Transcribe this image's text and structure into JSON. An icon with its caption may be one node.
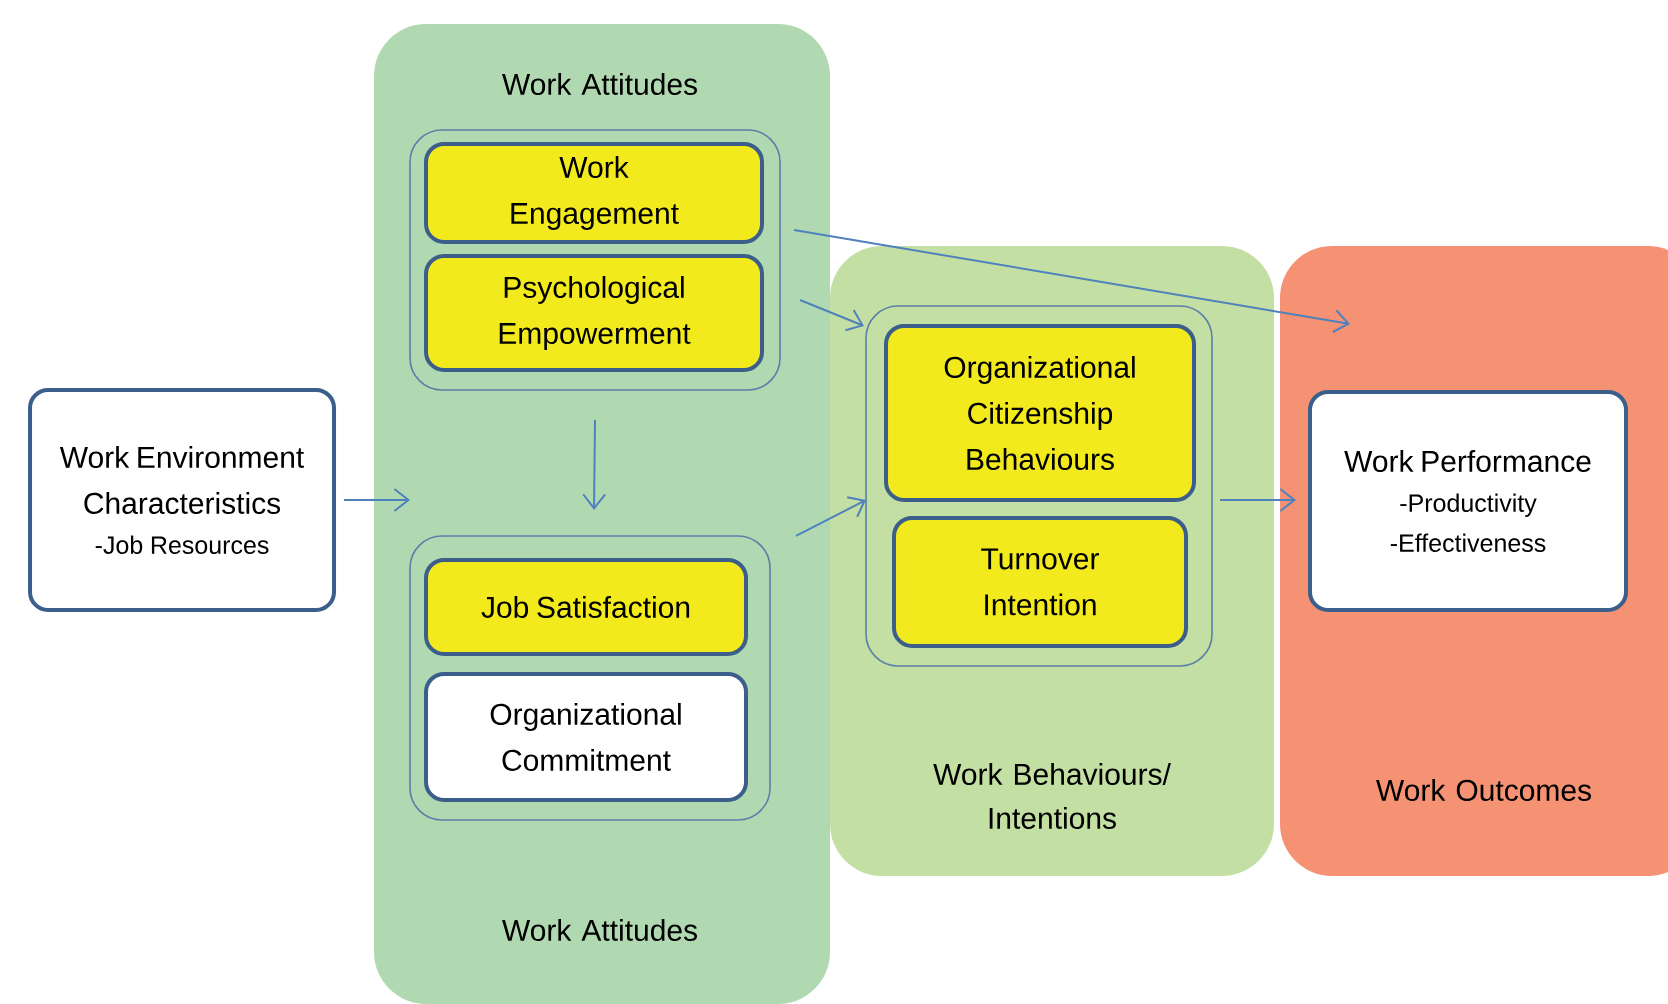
{
  "diagram": {
    "nodes": [
      {
        "text": [
          "Work Environment Characteristics",
          "-Job Resources"
        ]
      },
      {
        "text": [
          "Work Attitudes",
          "Work Attitudes"
        ]
      },
      {
        "text": [],
        "shape": "box",
        "in": 1
      },
      {
        "text": [
          "Work Engagement"
        ],
        "in": 2
      },
      {
        "text": [
          "Psychological Empowerment"
        ],
        "in": 2
      },
      {
        "text": [],
        "shape": "box",
        "in": 1
      },
      {
        "text": [
          "Job Satisfaction"
        ],
        "in": 5
      },
      {
        "text": [
          "Organizational Commitment"
        ],
        "in": 5
      },
      {
        "text": [
          "Work Behaviours/ Intentions"
        ]
      },
      {
        "text": [],
        "shape": "box",
        "in": 8
      },
      {
        "text": [
          "Organizational Citizenship Behaviours"
        ],
        "in": 9
      },
      {
        "text": [
          "Turnover Intention"
        ],
        "in": 9
      },
      {
        "text": [
          "Work Outcomes"
        ]
      },
      {
        "text": [
          "Work Performance",
          "-Productivity",
          "-Effectiveness"
        ],
        "in": 12
      }
    ],
    "edges": [
      {
        "from": 0,
        "to": 1,
        "arrow": "to"
      },
      {
        "from": 2,
        "to": 5,
        "arrow": "to"
      },
      {
        "from": 2,
        "to": 9,
        "arrow": "to"
      },
      {
        "from": 3,
        "to": 12,
        "arrow": "to"
      },
      {
        "from": 5,
        "to": 9,
        "arrow": "to"
      },
      {
        "from": 9,
        "to": 12,
        "arrow": "to"
      }
    ]
  }
}
